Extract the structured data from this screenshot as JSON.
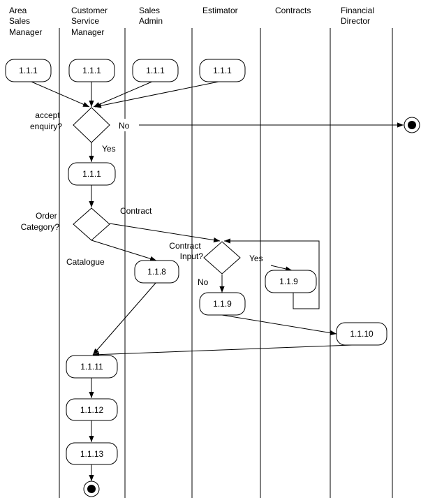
{
  "lanes": [
    {
      "id": "area_sales_manager",
      "lines": [
        "Area",
        "Sales",
        "Manager"
      ]
    },
    {
      "id": "customer_service_manager",
      "lines": [
        "Customer",
        "Service",
        "Manager"
      ]
    },
    {
      "id": "sales_admin",
      "lines": [
        "Sales",
        "Admin"
      ]
    },
    {
      "id": "estimator",
      "lines": [
        "Estimator"
      ]
    },
    {
      "id": "contracts",
      "lines": [
        "Contracts"
      ]
    },
    {
      "id": "financial_director",
      "lines": [
        "Financial",
        "Director"
      ]
    }
  ],
  "activities": [
    {
      "id": "a1",
      "label": "1.1.1"
    },
    {
      "id": "a2",
      "label": "1.1.1"
    },
    {
      "id": "a3",
      "label": "1.1.1"
    },
    {
      "id": "a4",
      "label": "1.1.1"
    },
    {
      "id": "a5",
      "label": "1.1.1"
    },
    {
      "id": "a6",
      "label": "1.1.8"
    },
    {
      "id": "a7",
      "label": "1.1.9"
    },
    {
      "id": "a8",
      "label": "1.1.9"
    },
    {
      "id": "a9",
      "label": "1.1.10"
    },
    {
      "id": "a10",
      "label": "1.1.11"
    },
    {
      "id": "a11",
      "label": "1.1.12"
    },
    {
      "id": "a12",
      "label": "1.1.13"
    }
  ],
  "decisions": [
    {
      "id": "d1",
      "lines": [
        "accept",
        "enquiry?"
      ]
    },
    {
      "id": "d2",
      "lines": [
        "Order",
        "Category?"
      ]
    },
    {
      "id": "d3",
      "lines": [
        "Contract",
        "Input?"
      ]
    }
  ],
  "edge_labels": [
    {
      "id": "l_no1",
      "text": "No"
    },
    {
      "id": "l_yes1",
      "text": "Yes"
    },
    {
      "id": "l_contract",
      "text": "Contract"
    },
    {
      "id": "l_catalogue",
      "text": "Catalogue"
    },
    {
      "id": "l_yes2",
      "text": "Yes"
    },
    {
      "id": "l_no2",
      "text": "No"
    }
  ],
  "edges": [
    {
      "from": "a1",
      "to": "d1"
    },
    {
      "from": "a2",
      "to": "d1"
    },
    {
      "from": "a3",
      "to": "d1"
    },
    {
      "from": "a4",
      "to": "d1"
    },
    {
      "from": "d1",
      "to": "end_top",
      "label": "No"
    },
    {
      "from": "d1",
      "to": "a5",
      "label": "Yes"
    },
    {
      "from": "a5",
      "to": "d2"
    },
    {
      "from": "d2",
      "to": "d3",
      "label": "Contract"
    },
    {
      "from": "d2",
      "to": "a6",
      "label": "Catalogue"
    },
    {
      "from": "d3",
      "to": "a8",
      "label": "Yes"
    },
    {
      "from": "a8",
      "to": "d3"
    },
    {
      "from": "d3",
      "to": "a7",
      "label": "No"
    },
    {
      "from": "a7",
      "to": "a9"
    },
    {
      "from": "a9",
      "to": "a10"
    },
    {
      "from": "a6",
      "to": "a10"
    },
    {
      "from": "a10",
      "to": "a11"
    },
    {
      "from": "a11",
      "to": "a12"
    },
    {
      "from": "a12",
      "to": "end_bottom"
    }
  ]
}
